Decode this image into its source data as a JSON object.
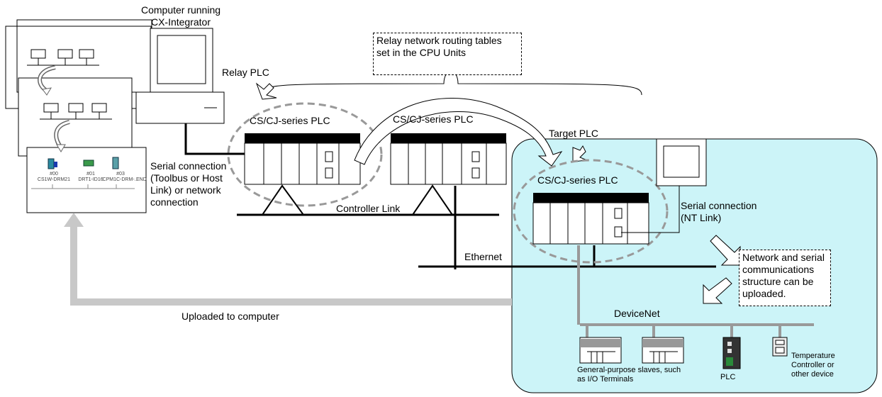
{
  "labels": {
    "computer": "Computer running\nCX-Integrator",
    "relay_note": "Relay network routing tables\nset in the CPU Units",
    "relay_plc": "Relay PLC",
    "plc_a": "CS/CJ-series PLC",
    "plc_b": "CS/CJ-series PLC",
    "target_plc": "Target PLC",
    "plc_target": "CS/CJ-series PLC",
    "serial_conn": "Serial connection\n(Toolbus or Host\nLink) or network\nconnection",
    "controller_link": "Controller Link",
    "serial_nt": "Serial connection\n(NT Link)",
    "ethernet": "Ethernet",
    "structure_note": "Network and serial\ncommunications\nstructure can be\nuploaded.",
    "uploaded": "Uploaded to computer",
    "devicenet": "DeviceNet",
    "slaves": "General-purpose slaves, such\nas I/O Terminals",
    "plc_small": "PLC",
    "temp": "Temperature\nController or\nother device"
  },
  "screen_devices": [
    {
      "id": "#00",
      "model": "CS1W-DRM21"
    },
    {
      "id": "#01",
      "model": "DRT1-ID16"
    },
    {
      "id": "#03",
      "model": "CPM1C-DRM-..."
    }
  ],
  "screen_end_label": "END",
  "colors": {
    "target_fill": "#ccf4f8",
    "arrow_gray": "#c8c8c8",
    "bus_gray": "#999999"
  }
}
